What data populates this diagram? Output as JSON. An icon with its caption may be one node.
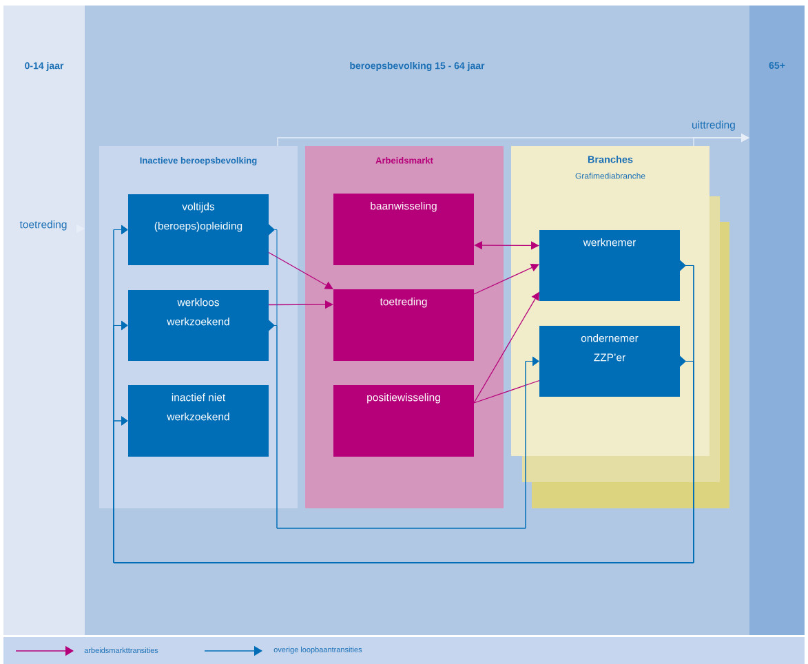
{
  "diagram": {
    "nodes": [
      {
        "text": [
          "0-14 jaar"
        ]
      },
      {
        "text": [
          "beroepsbevolking 15 - 64 jaar"
        ]
      },
      {
        "text": [
          "65+"
        ]
      },
      {
        "text": [
          "Inactieve beroepsbevolking"
        ],
        "in": 1
      },
      {
        "text": [
          "voltijds (beroeps)opleiding"
        ],
        "in": 3
      },
      {
        "text": [
          "werkloos werkzoekend"
        ],
        "in": 3
      },
      {
        "text": [
          "inactief niet werkzoekend"
        ],
        "in": 3
      },
      {
        "text": [
          "Arbeidsmarkt"
        ],
        "in": 1
      },
      {
        "text": [
          "baanwisseling"
        ],
        "in": 7
      },
      {
        "text": [
          "toetreding"
        ],
        "in": 7
      },
      {
        "text": [
          "positiewisseling"
        ],
        "in": 7
      },
      {
        "text": [
          "Branches",
          "Grafimediabranche"
        ],
        "in": 1
      },
      {
        "text": [
          "werknemer"
        ],
        "in": 11
      },
      {
        "text": [
          "ondernemer ZZP’er"
        ],
        "in": 11
      },
      {
        "text": [
          "toetreding"
        ],
        "in": 0
      }
    ],
    "edges": [
      {
        "from": 14,
        "to": 1,
        "arrow": "to",
        "color": "#e8eef8"
      },
      {
        "from": 3,
        "to": 2,
        "arrow": "to",
        "color": "#e8eef8"
      },
      {
        "from": 11,
        "to": 2,
        "arrow": "to",
        "color": "#e8eef8",
        "label": "uittreding"
      },
      {
        "from": 4,
        "to": 9,
        "arrow": "to",
        "color": "#b5007a"
      },
      {
        "from": 5,
        "to": 9,
        "arrow": "to",
        "color": "#b5007a"
      },
      {
        "from": 8,
        "to": 12,
        "arrow": "both",
        "color": "#b5007a"
      },
      {
        "from": 9,
        "to": 12,
        "arrow": "to",
        "color": "#b5007a"
      },
      {
        "from": 10,
        "to": 12,
        "arrow": "to",
        "color": "#b5007a"
      },
      {
        "from": 10,
        "to": 13,
        "arrow": "none",
        "color": "#b5007a"
      },
      {
        "from": 4,
        "to": 13,
        "arrow": "to"
      },
      {
        "from": 5,
        "to": 13,
        "arrow": "to"
      },
      {
        "from": 12,
        "to": 4,
        "arrow": "to"
      },
      {
        "from": 12,
        "to": 5,
        "arrow": "to"
      },
      {
        "from": 12,
        "to": 6,
        "arrow": "to"
      },
      {
        "from": 13,
        "to": 4,
        "arrow": "to"
      },
      {
        "from": 13,
        "to": 5,
        "arrow": "to"
      },
      {
        "from": 13,
        "to": 6,
        "arrow": "to"
      }
    ],
    "legend": [
      {
        "text": "arbeidsmarkttransities"
      },
      {
        "text": "overige loopbaantransities"
      }
    ]
  }
}
